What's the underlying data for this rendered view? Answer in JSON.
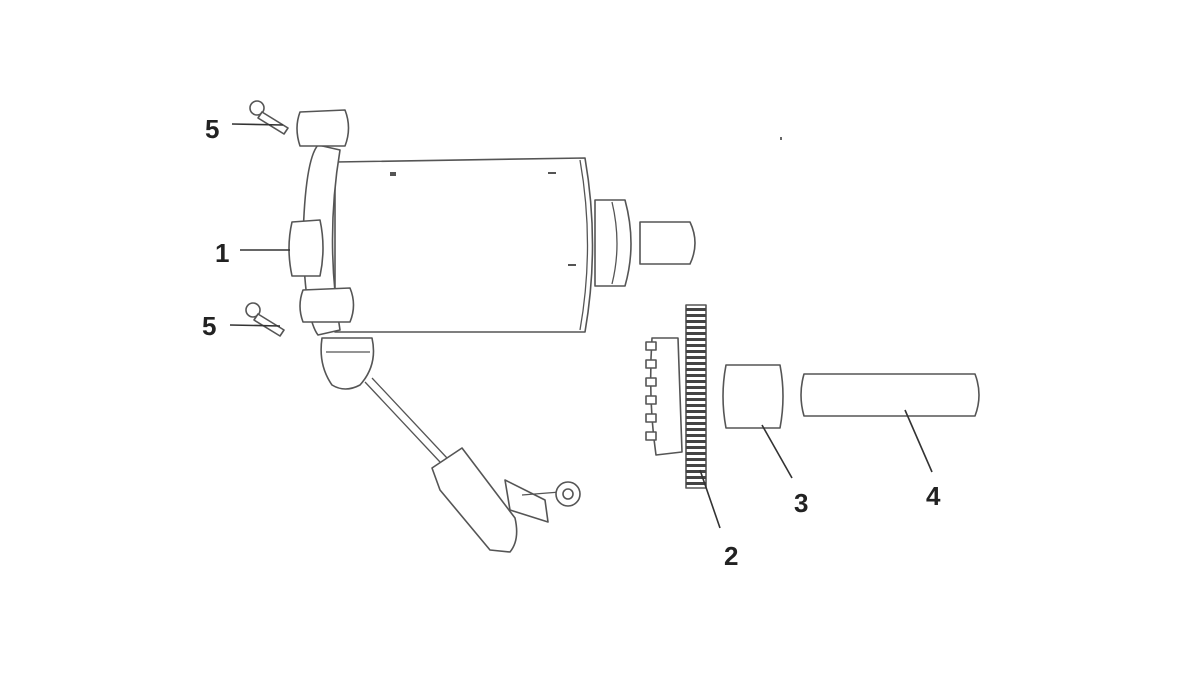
{
  "callouts": [
    {
      "id": "callout-1",
      "label": "1"
    },
    {
      "id": "callout-2",
      "label": "2"
    },
    {
      "id": "callout-3",
      "label": "3"
    },
    {
      "id": "callout-4",
      "label": "4"
    },
    {
      "id": "callout-5-top",
      "label": "5"
    },
    {
      "id": "callout-5-bottom",
      "label": "5"
    }
  ],
  "colors": {
    "line": "#555555",
    "background": "#ffffff",
    "label": "#222222"
  }
}
